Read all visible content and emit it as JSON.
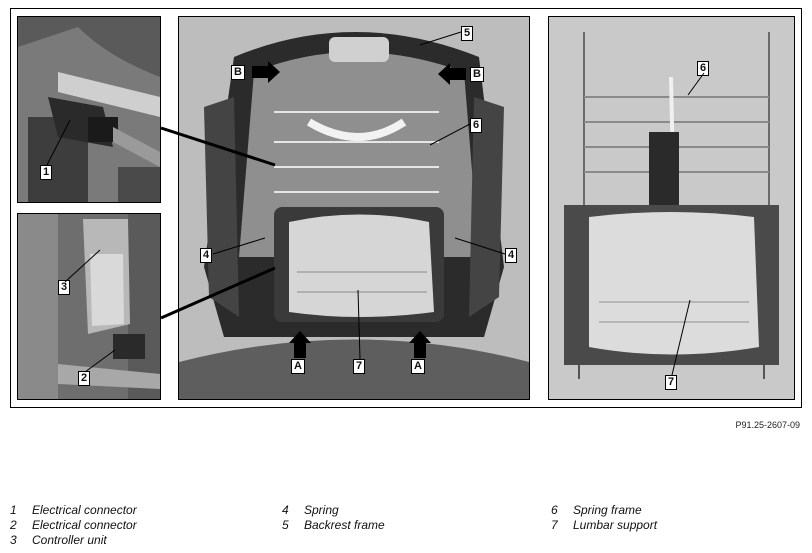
{
  "figure": {
    "id": "P91.25-2607-09",
    "left_panel_top": {
      "callouts": [
        "1"
      ]
    },
    "left_panel_bottom": {
      "callouts": [
        "3",
        "2"
      ]
    },
    "center_panel": {
      "callouts": [
        "5",
        "B",
        "B",
        "6",
        "4",
        "4",
        "7",
        "A",
        "A"
      ]
    },
    "right_panel": {
      "callouts": [
        "6",
        "7"
      ]
    }
  },
  "legend": {
    "col1": [
      {
        "num": "1",
        "label": "Electrical connector"
      },
      {
        "num": "2",
        "label": "Electrical connector"
      },
      {
        "num": "3",
        "label": "Controller unit"
      }
    ],
    "col2": [
      {
        "num": "4",
        "label": "Spring"
      },
      {
        "num": "5",
        "label": "Backrest frame"
      }
    ],
    "col3": [
      {
        "num": "6",
        "label": "Spring frame"
      },
      {
        "num": "7",
        "label": "Lumbar support"
      }
    ]
  }
}
